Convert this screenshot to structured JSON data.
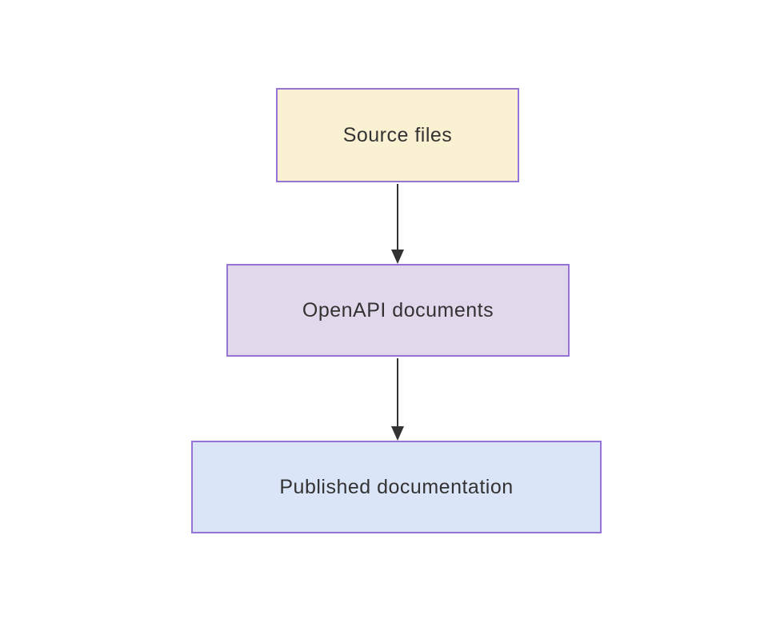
{
  "diagram": {
    "type": "flowchart-top-down",
    "nodes": [
      {
        "id": "source-files",
        "label": "Source files",
        "fill": "#faf0d2",
        "border": "#9673d4"
      },
      {
        "id": "openapi-documents",
        "label": "OpenAPI documents",
        "fill": "#e2d8ec",
        "border": "#9673d4"
      },
      {
        "id": "published-documentation",
        "label": "Published documentation",
        "fill": "#dbe5f8",
        "border": "#9673d4"
      }
    ],
    "edges": [
      {
        "from": "source-files",
        "to": "openapi-documents"
      },
      {
        "from": "openapi-documents",
        "to": "published-documentation"
      }
    ],
    "colors": {
      "text": "#333333",
      "arrow": "#333333",
      "background": "#ffffff"
    }
  }
}
